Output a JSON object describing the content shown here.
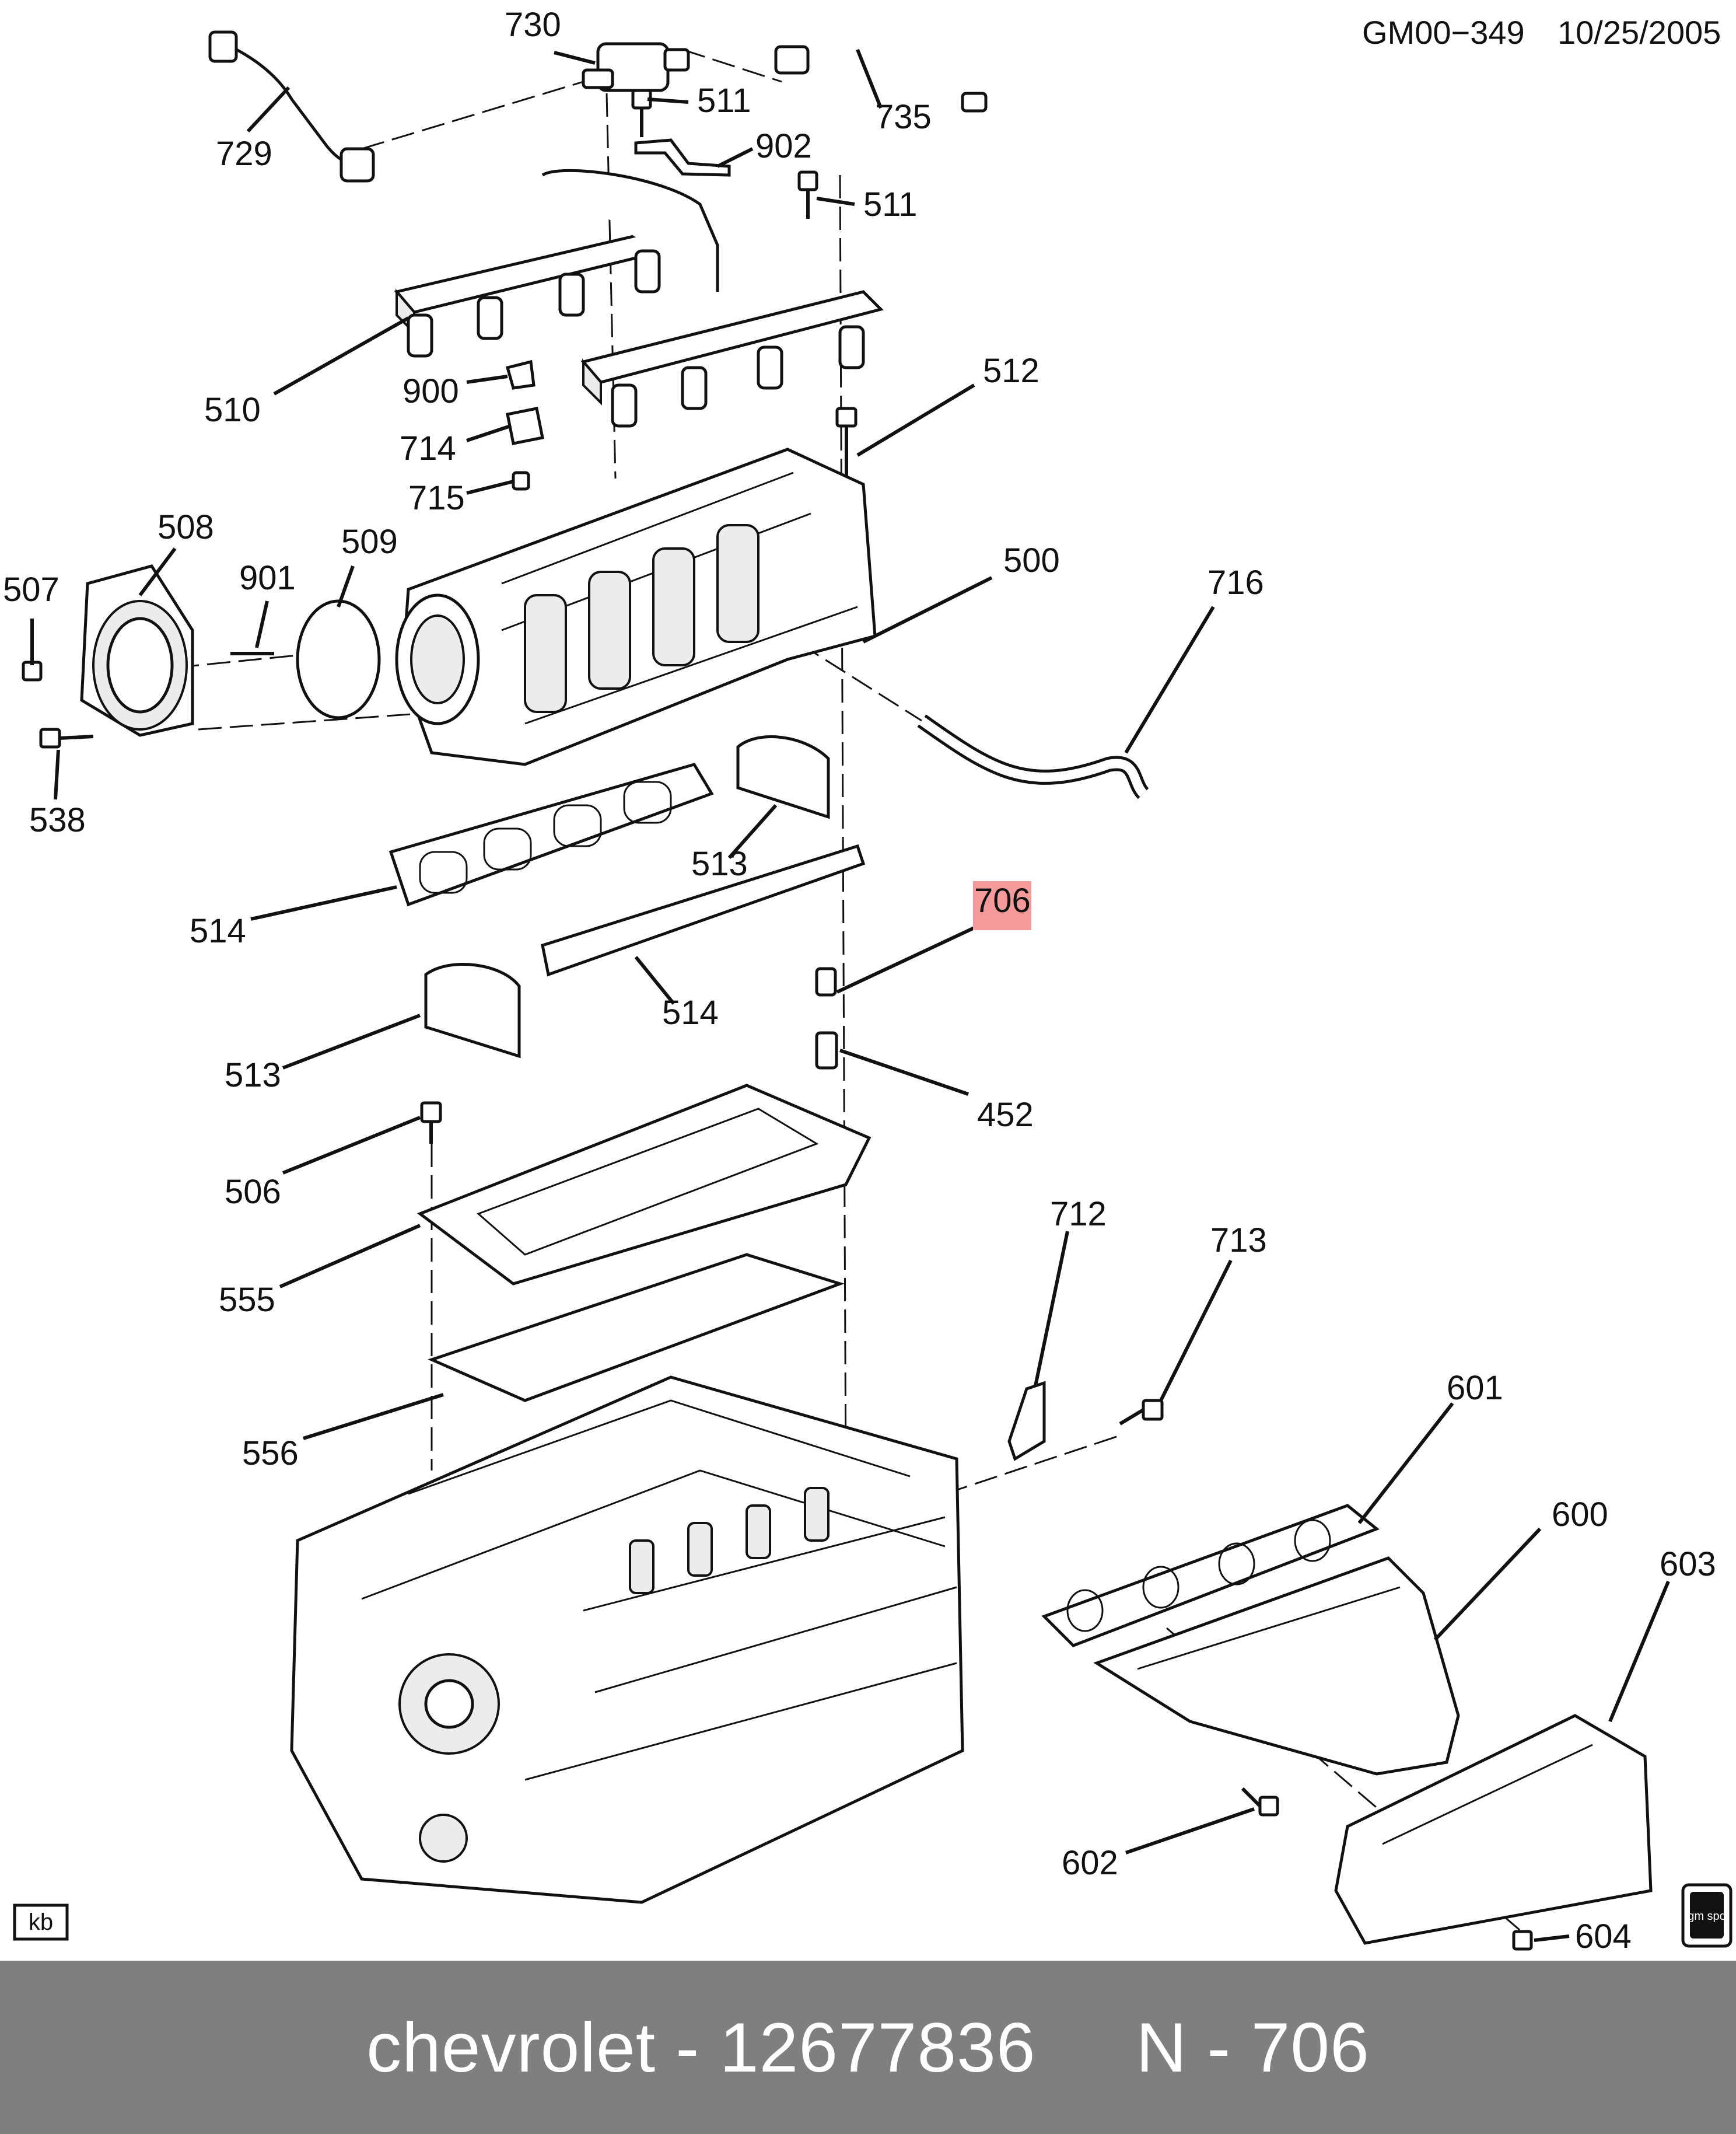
{
  "header": {
    "diagram_code": "GM00−349",
    "date": "10/25/2005"
  },
  "badges": {
    "kb": "kb",
    "logo": "gm spo"
  },
  "highlight_color": "#f59a9a",
  "callouts": {
    "c730": "730",
    "c729": "729",
    "c735": "735",
    "c511a": "511",
    "c902": "902",
    "c511b": "511",
    "c510": "510",
    "c900": "900",
    "c714": "714",
    "c715": "715",
    "c512": "512",
    "c508": "508",
    "c901": "901",
    "c509": "509",
    "c507": "507",
    "c500": "500",
    "c716": "716",
    "c538": "538",
    "c513a": "513",
    "c514a": "514",
    "c706": "706",
    "c514b": "514",
    "c513b": "513",
    "c452": "452",
    "c506": "506",
    "c555": "555",
    "c712": "712",
    "c713": "713",
    "c556": "556",
    "c601": "601",
    "c600": "600",
    "c603": "603",
    "c602": "602",
    "c604": "604"
  },
  "footer": {
    "text": "chevrolet - 12677836     N - 706"
  }
}
